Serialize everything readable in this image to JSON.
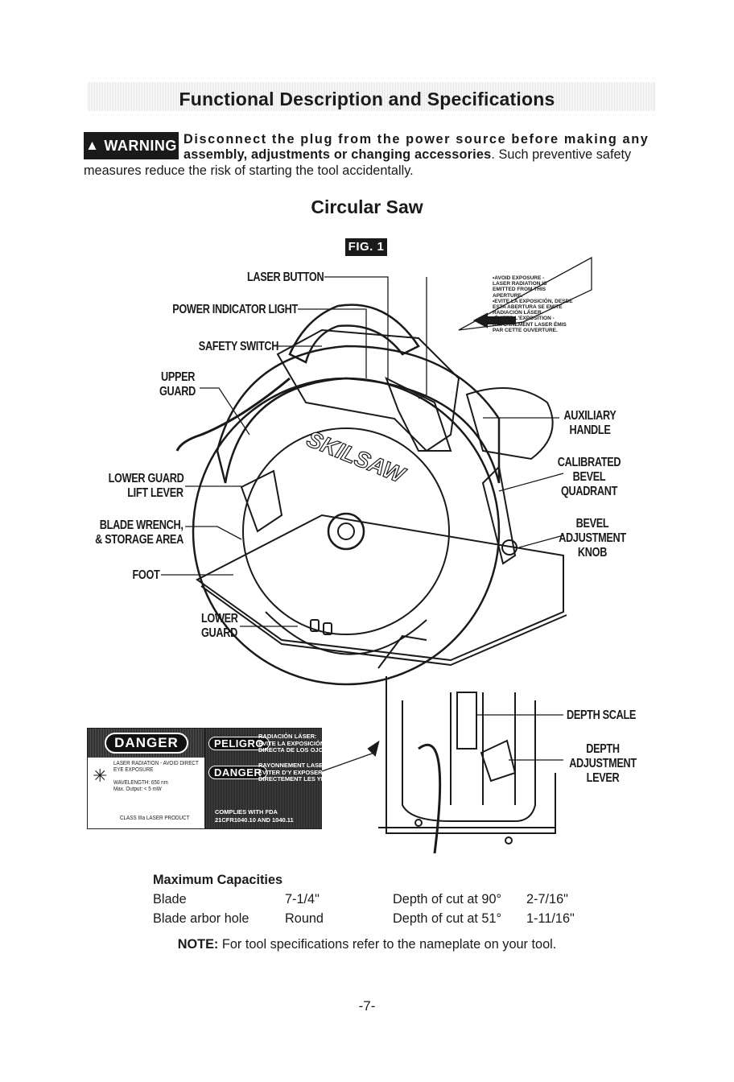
{
  "section_title": "Functional Description and Specifications",
  "warning": {
    "badge": "WARNING",
    "bold_part1": "Disconnect the plug from the power source before making any",
    "bold_part2": "assembly, adjustments or changing accessories",
    "rest_line2": ". Such preventive safety",
    "line3": "measures reduce the risk of starting the tool accidentally."
  },
  "subtitle": "Circular Saw",
  "figure_label": "FIG. 1",
  "saw_brand": "SKILSAW",
  "callouts": {
    "laser_button": "LASER BUTTON",
    "power_indicator_light": "POWER INDICATOR LIGHT",
    "safety_switch": "SAFETY SWITCH",
    "upper_guard_1": "UPPER",
    "upper_guard_2": "GUARD",
    "lower_guard_lift_lever_1": "LOWER GUARD",
    "lower_guard_lift_lever_2": "LIFT LEVER",
    "blade_wrench_1": "BLADE WRENCH,",
    "blade_wrench_2": "& STORAGE AREA",
    "foot": "FOOT",
    "lower_guard_1": "LOWER",
    "lower_guard_2": "GUARD",
    "auxiliary_handle_1": "AUXILIARY",
    "auxiliary_handle_2": "HANDLE",
    "calibrated_bevel_quadrant_1": "CALIBRATED",
    "calibrated_bevel_quadrant_2": "BEVEL",
    "calibrated_bevel_quadrant_3": "QUADRANT",
    "bevel_adjustment_knob_1": "BEVEL",
    "bevel_adjustment_knob_2": "ADJUSTMENT",
    "bevel_adjustment_knob_3": "KNOB",
    "depth_scale": "DEPTH SCALE",
    "depth_adjustment_lever_1": "DEPTH",
    "depth_adjustment_lever_2": "ADJUSTMENT",
    "depth_adjustment_lever_3": "LEVER"
  },
  "laser_sticker": "•AVOID EXPOSURE -\nLASER RADIATION IS\nEMITTED FROM THIS\nAPERTURE.\n•EVITE LA EXPOSICIÓN, DESDE\nESTA ABERTURA SE EMITE\nRADIACIÓN LÁSER.\n•ÉVITER L'EXPOSITION -\nRAYONNEMENT LASER ÉMIS\nPAR CETTE OUVERTURE.",
  "danger_label": {
    "danger": "DANGER",
    "line1": "LASER RADIATION - AVOID DIRECT",
    "line2": "EYE EXPOSURE",
    "line3": "WAVELENGTH: 650 nm",
    "line4": "Max. Output: < 5 mW",
    "line5": "CLASS IIIa LASER PRODUCT",
    "peligro": "PELIGRO",
    "peligro_text": "RADIACIÓN LÁSER:\nEVITE LA EXPOSICIÓN\nDIRECTA DE LOS OJOS",
    "danger_fr": "DANGER",
    "danger_fr_text": "RAYONNEMENT LASER -\nÉVITER D'Y EXPOSER\nDIRECTEMENT LES YEUX",
    "complies": "COMPLIES WITH FDA",
    "cfr": "21CFR1040.10 AND 1040.11"
  },
  "capacities": {
    "title": "Maximum Capacities",
    "rows": [
      {
        "label": "Blade",
        "value": "7-1/4\"",
        "label2": "Depth of cut at 90°",
        "value2": "2-7/16\""
      },
      {
        "label": "Blade arbor hole",
        "value": "Round",
        "label2": "Depth of cut at 51°",
        "value2": "1-11/16\""
      }
    ]
  },
  "note": {
    "bold": "NOTE:",
    "text": " For tool specifications refer to the nameplate on your tool."
  },
  "page_number": "-7-"
}
